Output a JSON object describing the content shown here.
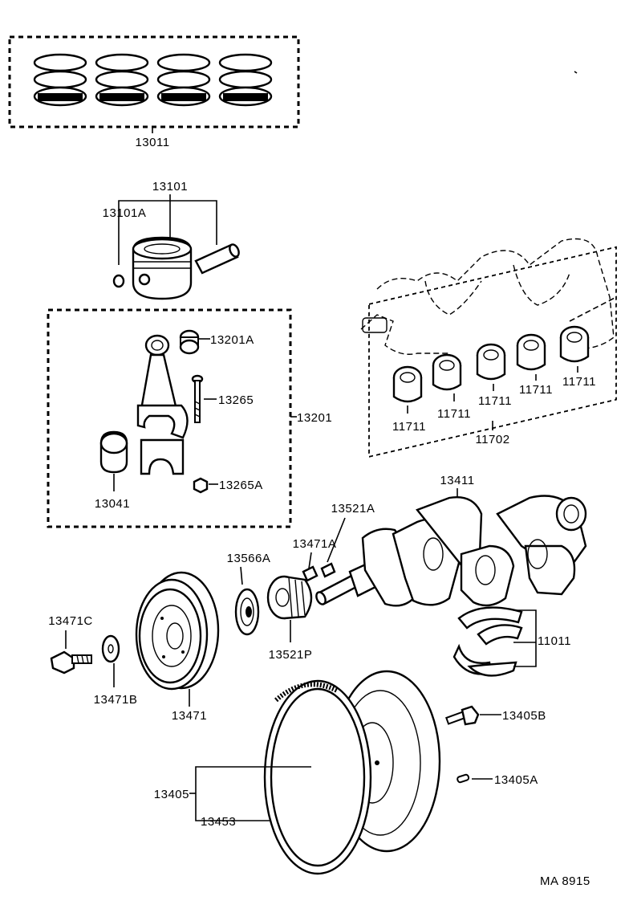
{
  "colors": {
    "ink": "#000000",
    "paper": "#ffffff"
  },
  "labels": {
    "p13011": "13011",
    "p13101": "13101",
    "p13101A": "13101A",
    "p13201A": "13201A",
    "p13265": "13265",
    "p13201": "13201",
    "p13041": "13041",
    "p13265A": "13265A",
    "p11711_1": "11711",
    "p11711_2": "11711",
    "p11711_3": "11711",
    "p11711_4": "11711",
    "p11711_5": "11711",
    "p11702": "11702",
    "p13411": "13411",
    "p13521A": "13521A",
    "p13471A": "13471A",
    "p13566A": "13566A",
    "p13471C": "13471C",
    "p13521P": "13521P",
    "p11011": "11011",
    "p13471B": "13471B",
    "p13471": "13471",
    "p13405B": "13405B",
    "p13405A": "13405A",
    "p13405": "13405",
    "p13453": "13453"
  },
  "footer": {
    "code": "MA 8915"
  }
}
